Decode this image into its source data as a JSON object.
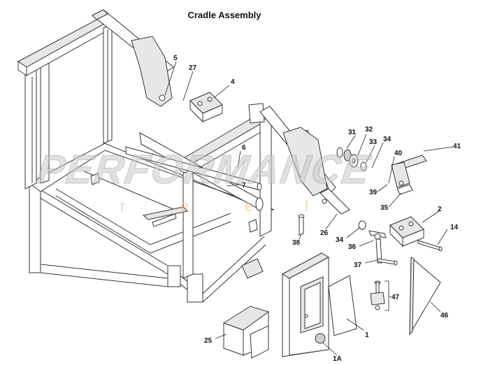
{
  "title": "Cradle Assembly",
  "watermark": {
    "main": "PERFORMANCE",
    "sub": [
      "r",
      "e",
      "e",
      "l"
    ],
    "color": "#c9c9c9",
    "accent": "#f0b27a"
  },
  "parts": [
    {
      "id": "p1",
      "label": "1"
    },
    {
      "id": "p1a",
      "label": "1A"
    },
    {
      "id": "p2",
      "label": "2"
    },
    {
      "id": "p4",
      "label": "4"
    },
    {
      "id": "p5",
      "label": "5"
    },
    {
      "id": "p6",
      "label": "6"
    },
    {
      "id": "p7",
      "label": "7"
    },
    {
      "id": "p14",
      "label": "14"
    },
    {
      "id": "p25",
      "label": "25"
    },
    {
      "id": "p26",
      "label": "26"
    },
    {
      "id": "p27",
      "label": "27"
    },
    {
      "id": "p31",
      "label": "31"
    },
    {
      "id": "p32",
      "label": "32"
    },
    {
      "id": "p33",
      "label": "33"
    },
    {
      "id": "p34a",
      "label": "34"
    },
    {
      "id": "p34b",
      "label": "34"
    },
    {
      "id": "p35",
      "label": "35"
    },
    {
      "id": "p36",
      "label": "36"
    },
    {
      "id": "p37",
      "label": "37"
    },
    {
      "id": "p38",
      "label": "38"
    },
    {
      "id": "p39",
      "label": "39"
    },
    {
      "id": "p40",
      "label": "40"
    },
    {
      "id": "p41",
      "label": "41"
    },
    {
      "id": "p46",
      "label": "46"
    },
    {
      "id": "p47",
      "label": "47"
    }
  ]
}
